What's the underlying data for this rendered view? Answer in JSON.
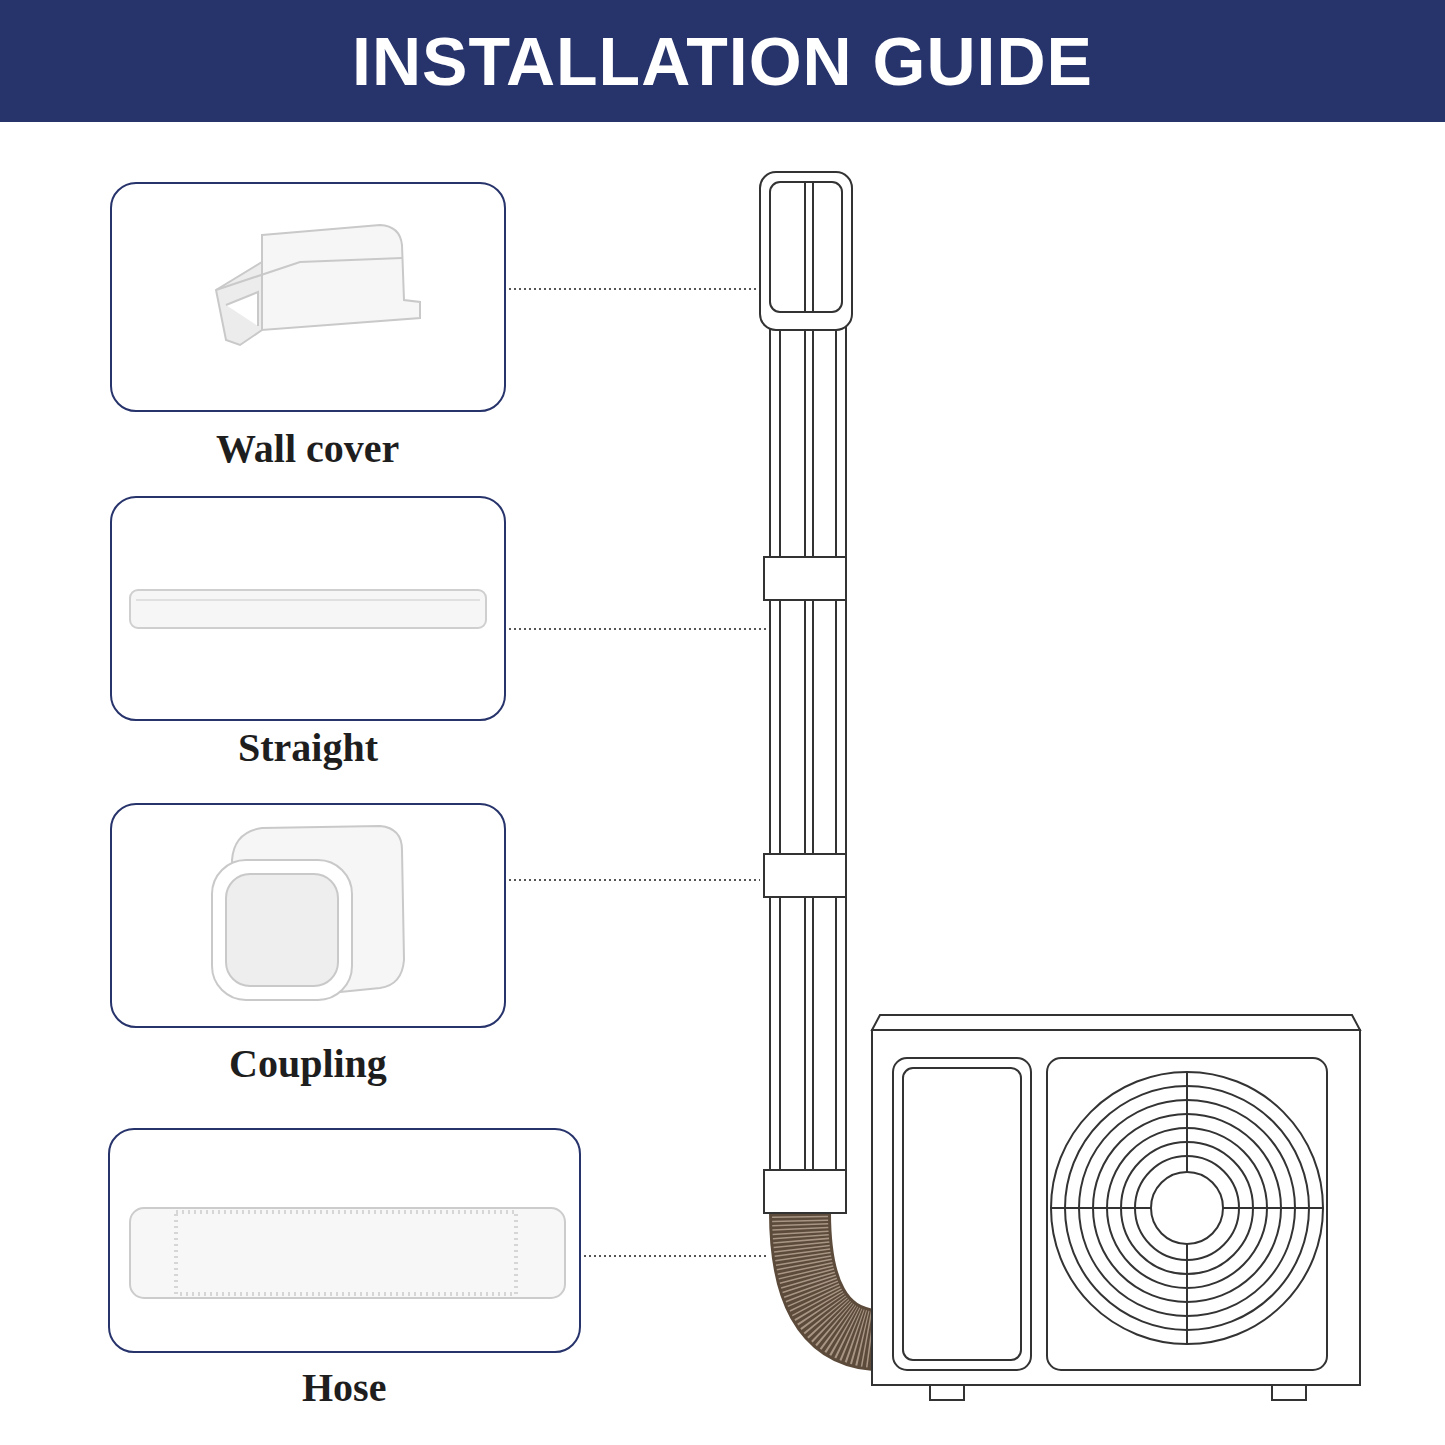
{
  "diagram": {
    "title": "INSTALLATION GUIDE",
    "nodes": [
      {
        "text": [
          "Wall cover"
        ]
      },
      {
        "text": [
          "Straight"
        ]
      },
      {
        "text": [
          "Coupling"
        ]
      },
      {
        "text": [
          "Hose"
        ]
      }
    ]
  }
}
